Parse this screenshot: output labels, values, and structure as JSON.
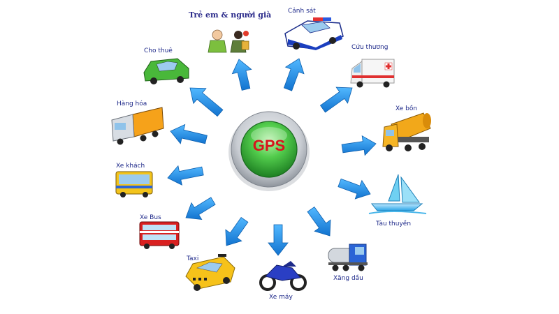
{
  "center": {
    "label": "GPS",
    "colors": {
      "button_green": "#4cc84a",
      "ring": "#c8ccd2",
      "text": "#d8141c"
    }
  },
  "arrow_color": "#1e8ee0",
  "items": [
    {
      "id": "elderly",
      "label": "Trẻ em & người già",
      "icon": "children-and-elderly-icon"
    },
    {
      "id": "police",
      "label": "Cảnh sát",
      "icon": "police-car-icon"
    },
    {
      "id": "ambulance",
      "label": "Cứu thương",
      "icon": "ambulance-icon"
    },
    {
      "id": "mixer",
      "label": "Xe bồn",
      "icon": "cement-mixer-truck-icon"
    },
    {
      "id": "boat",
      "label": "Tàu thuyền",
      "icon": "sailboat-icon"
    },
    {
      "id": "tanker",
      "label": "Xăng dầu",
      "icon": "fuel-tanker-truck-icon"
    },
    {
      "id": "motorbike",
      "label": "Xe máy",
      "icon": "motorbike-icon"
    },
    {
      "id": "taxi",
      "label": "Taxi",
      "icon": "taxi-icon"
    },
    {
      "id": "bus",
      "label": "Xe Bus",
      "icon": "double-decker-bus-icon"
    },
    {
      "id": "coach",
      "label": "Xe khách",
      "icon": "coach-bus-icon"
    },
    {
      "id": "cargo",
      "label": "Hàng hóa",
      "icon": "cargo-truck-icon"
    },
    {
      "id": "rental",
      "label": "Cho thuê",
      "icon": "rental-car-icon"
    }
  ]
}
